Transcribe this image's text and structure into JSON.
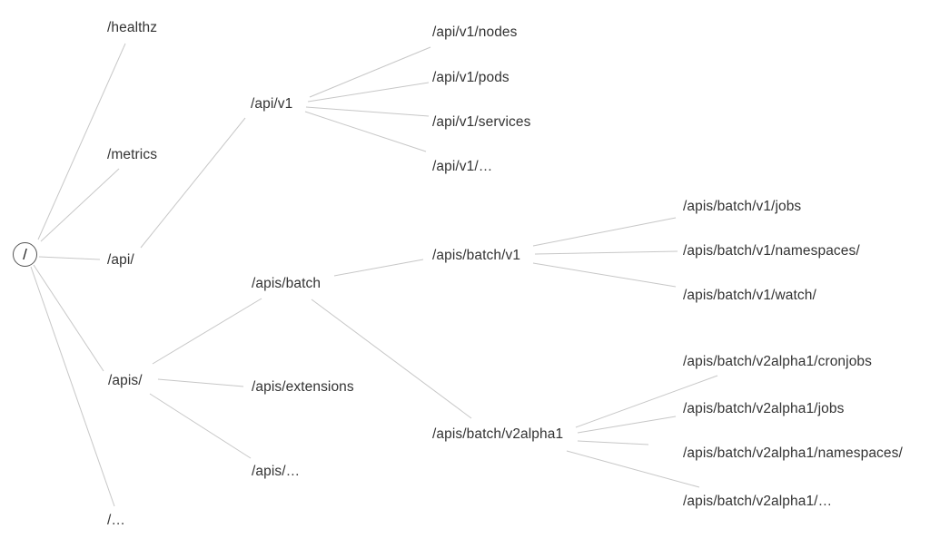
{
  "diagram_type": "tree",
  "colors": {
    "background": "#ffffff",
    "edge_line": "#c7c7c7",
    "label_text": "#333333",
    "root_circle_border": "#555555"
  },
  "tree": {
    "label": "/",
    "children": [
      {
        "label": "/healthz"
      },
      {
        "label": "/metrics"
      },
      {
        "label": "/api/",
        "children": [
          {
            "label": "/api/v1",
            "children": [
              {
                "label": "/api/v1/nodes"
              },
              {
                "label": "/api/v1/pods"
              },
              {
                "label": "/api/v1/services"
              },
              {
                "label": "/api/v1/…"
              }
            ]
          }
        ]
      },
      {
        "label": "/apis/",
        "children": [
          {
            "label": "/apis/batch",
            "children": [
              {
                "label": "/apis/batch/v1",
                "children": [
                  {
                    "label": "/apis/batch/v1/jobs"
                  },
                  {
                    "label": "/apis/batch/v1/namespaces/"
                  },
                  {
                    "label": "/apis/batch/v1/watch/"
                  }
                ]
              },
              {
                "label": "/apis/batch/v2alpha1",
                "children": [
                  {
                    "label": "/apis/batch/v2alpha1/cronjobs"
                  },
                  {
                    "label": "/apis/batch/v2alpha1/jobs"
                  },
                  {
                    "label": "/apis/batch/v2alpha1/namespaces/"
                  },
                  {
                    "label": "/apis/batch/v2alpha1/…"
                  }
                ]
              }
            ]
          },
          {
            "label": "/apis/extensions"
          },
          {
            "label": "/apis/…"
          }
        ]
      },
      {
        "label": "/…"
      }
    ]
  }
}
